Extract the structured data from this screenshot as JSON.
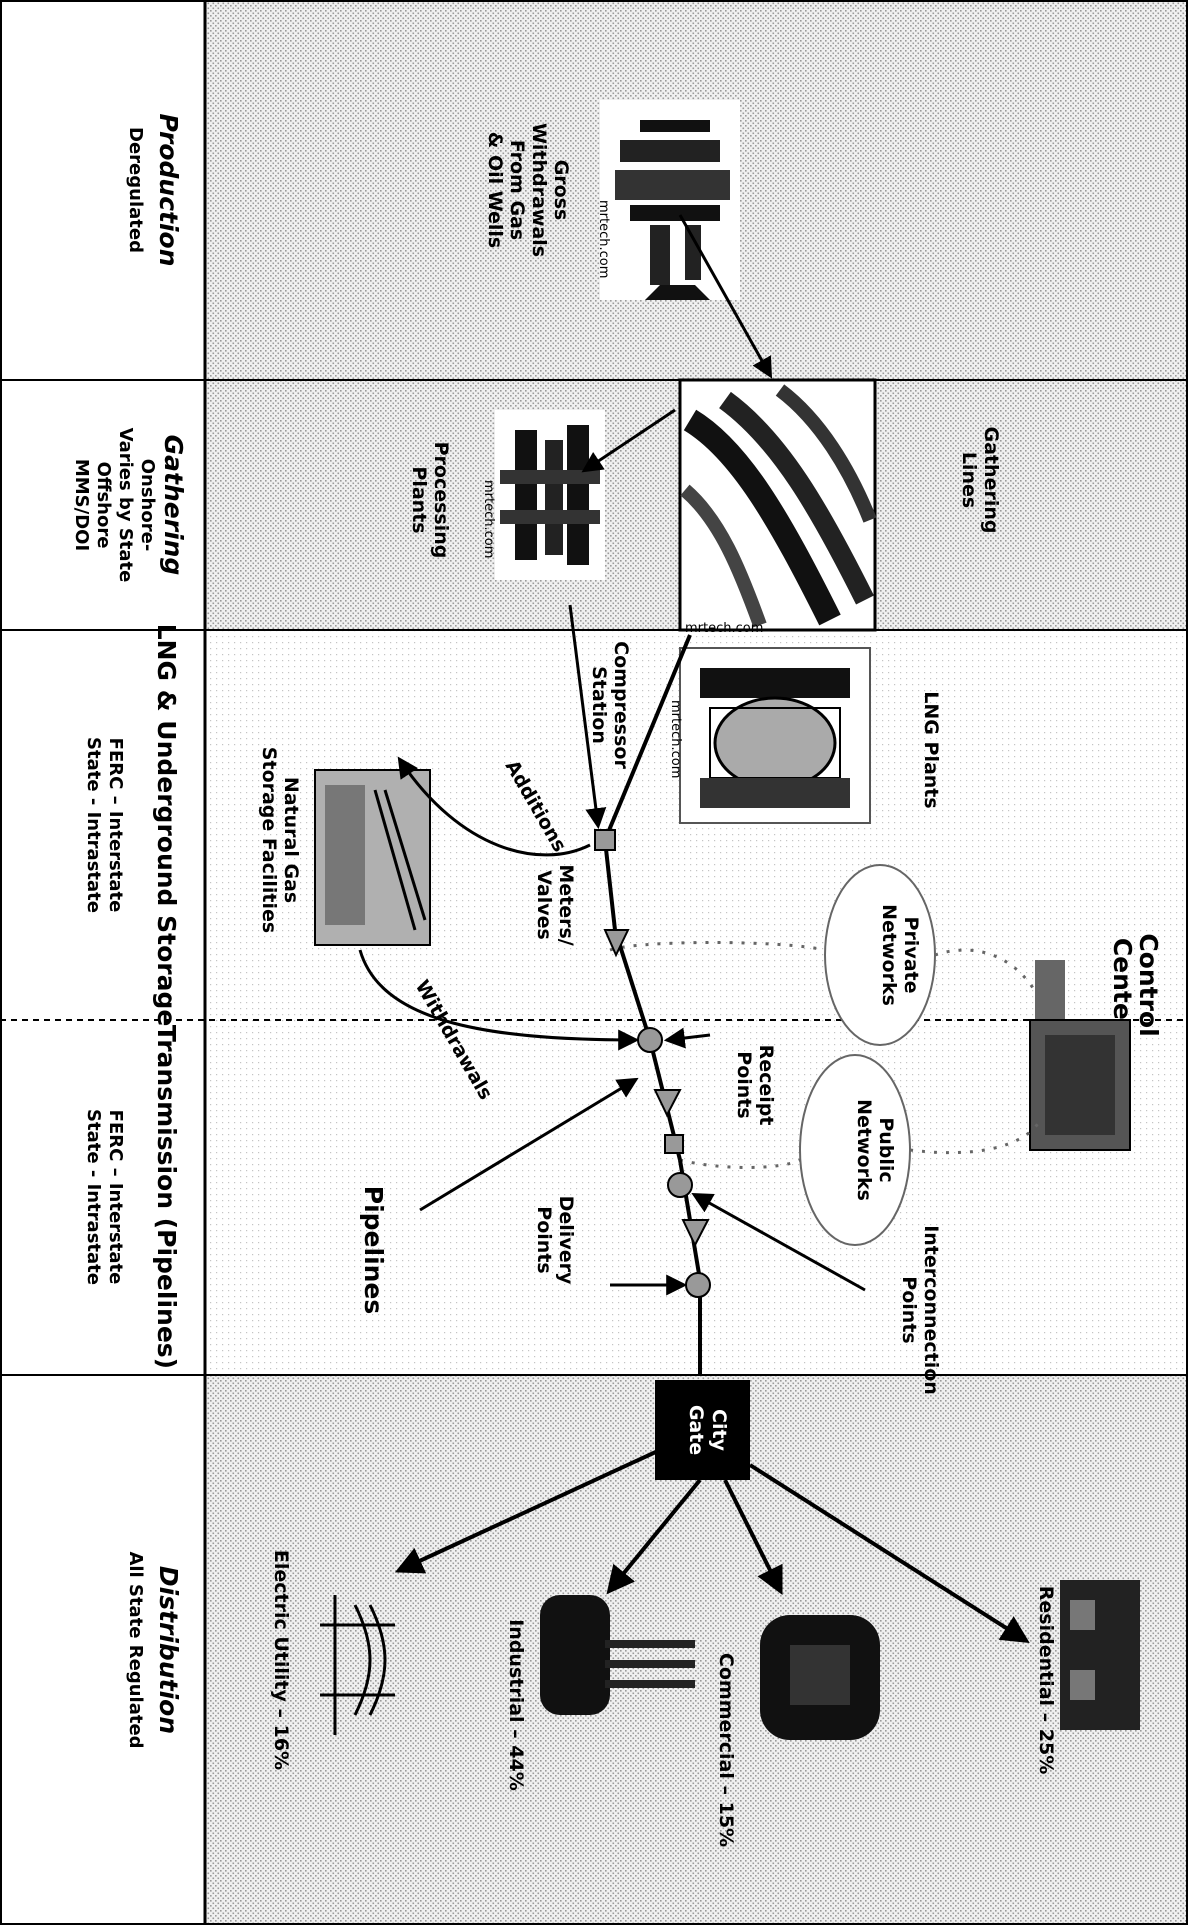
{
  "colors": {
    "stipple": "#c8c8c8",
    "stipple_light": "#e6e6e6",
    "ink": "#000000",
    "node_fill": "#8a8a8a"
  },
  "sections": [
    {
      "title": "Production",
      "lines": [
        "Deregulated"
      ]
    },
    {
      "title": "Gathering",
      "lines": [
        "Onshore-",
        "Varies by State",
        "Offshore",
        "MMS/DOI"
      ]
    },
    {
      "title": "LNG & Underground Storage",
      "lines": [
        "FERC – Interstate",
        "State - Intrastate"
      ]
    },
    {
      "title": "Transmission (Pipelines)",
      "lines": [
        "FERC – Interstate",
        "State - Intrastate"
      ]
    },
    {
      "title": "Distribution",
      "lines": [
        "All State Regulated"
      ]
    }
  ],
  "labels": {
    "gross_withdrawals": [
      "Gross",
      "Withdrawals",
      "From Gas",
      "& Oil Wells"
    ],
    "gathering_lines": [
      "Gathering",
      "Lines"
    ],
    "processing_plants": [
      "Processing",
      "Plants"
    ],
    "lng_plants": "LNG Plants",
    "compressor_station": [
      "Compressor",
      "Station"
    ],
    "additions": "Additions",
    "natural_gas_storage": [
      "Natural Gas",
      "Storage Facilities"
    ],
    "withdrawals": "Withdrawals",
    "meters_valves": [
      "Meters/",
      "Valves"
    ],
    "control_center": [
      "Control",
      "Center"
    ],
    "private_networks": [
      "Private",
      "Networks"
    ],
    "public_networks": [
      "Public",
      "Networks"
    ],
    "receipt_points": [
      "Receipt",
      "Points"
    ],
    "delivery_points": [
      "Delivery",
      "Points"
    ],
    "interconnection_points": [
      "Interconnection",
      "Points"
    ],
    "pipelines": "Pipelines",
    "city_gate": [
      "City",
      "Gate"
    ],
    "residential": "Residential – 25%",
    "commercial": "Commercial – 15%",
    "industrial": "Industrial – 44%",
    "electric_utility": "Electric Utility – 16%"
  },
  "watermark": "mrtech.com",
  "icons": {
    "oil_rig": "offshore-platform-icon",
    "gathering_pipes": "pipes-photo-icon",
    "processing_plant": "processing-plant-icon",
    "lng_plant": "lng-tank-icon",
    "storage": "storage-facility-icon",
    "control_center": "control-tower-icon",
    "residential": "house-icon",
    "commercial": "commercial-building-icon",
    "industrial": "factory-icon",
    "electric": "power-line-icon"
  }
}
